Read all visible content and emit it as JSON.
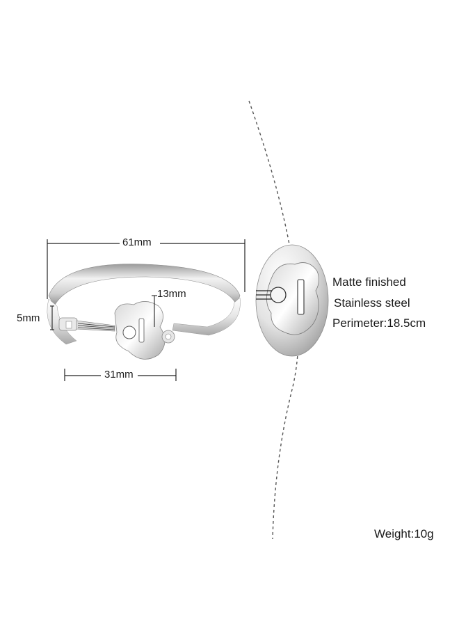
{
  "dimensions": {
    "width_label": "61mm",
    "height_label": "5mm",
    "charm_height_label": "13mm",
    "charm_width_label": "31mm"
  },
  "specs": {
    "finish": "Matte finished",
    "material": "Stainless steel",
    "perimeter": "Perimeter:18.5cm"
  },
  "weight": "Weight:10g",
  "colors": {
    "metal_light": "#f4f4f4",
    "metal_mid": "#c9c9c9",
    "metal_dark": "#8a8a8a",
    "line": "#333333"
  }
}
